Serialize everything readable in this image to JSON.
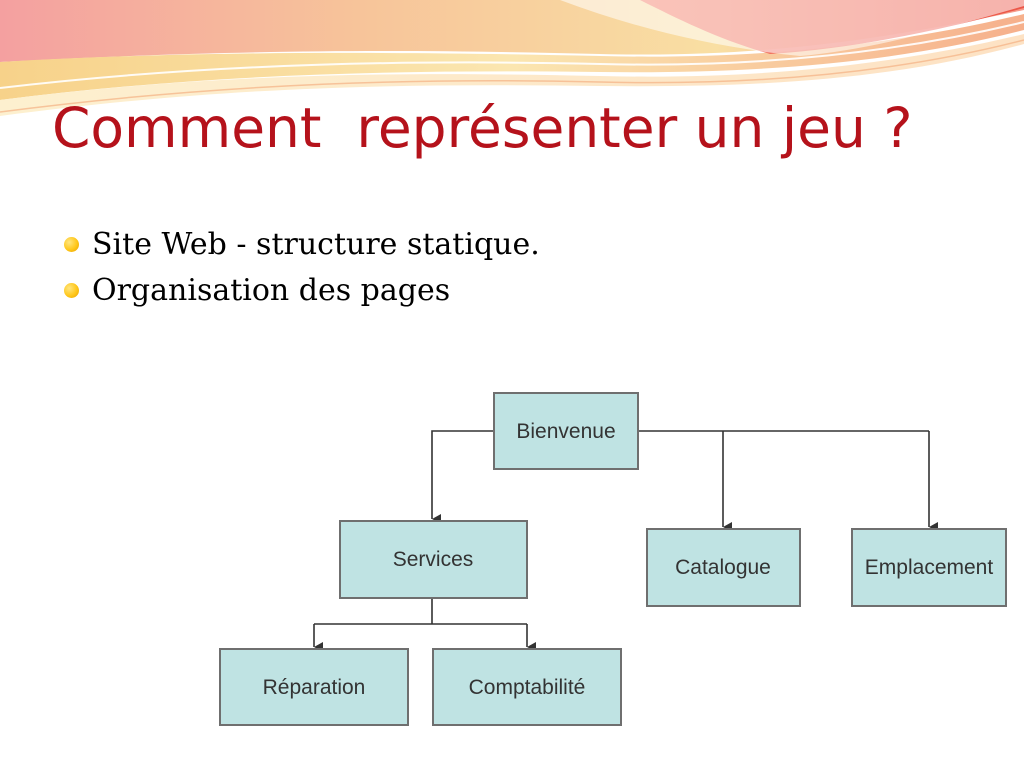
{
  "slide": {
    "title": "Comment  représenter un jeu ?",
    "bullets": [
      "Site Web - structure statique.",
      "Organisation des pages"
    ]
  },
  "diagram": {
    "nodes": {
      "bienvenue": "Bienvenue",
      "services": "Services",
      "catalogue": "Catalogue",
      "emplacement": "Emplacement",
      "reparation": "Réparation",
      "comptabilite": "Comptabilité"
    },
    "edges": [
      [
        "Bienvenue",
        "Services"
      ],
      [
        "Bienvenue",
        "Catalogue"
      ],
      [
        "Bienvenue",
        "Emplacement"
      ],
      [
        "Services",
        "Réparation"
      ],
      [
        "Services",
        "Comptabilité"
      ]
    ]
  },
  "colors": {
    "title": "#b5121b",
    "node_fill": "#bfe3e3",
    "node_border": "#6f6f6f",
    "bullet": "#ffc71a"
  }
}
